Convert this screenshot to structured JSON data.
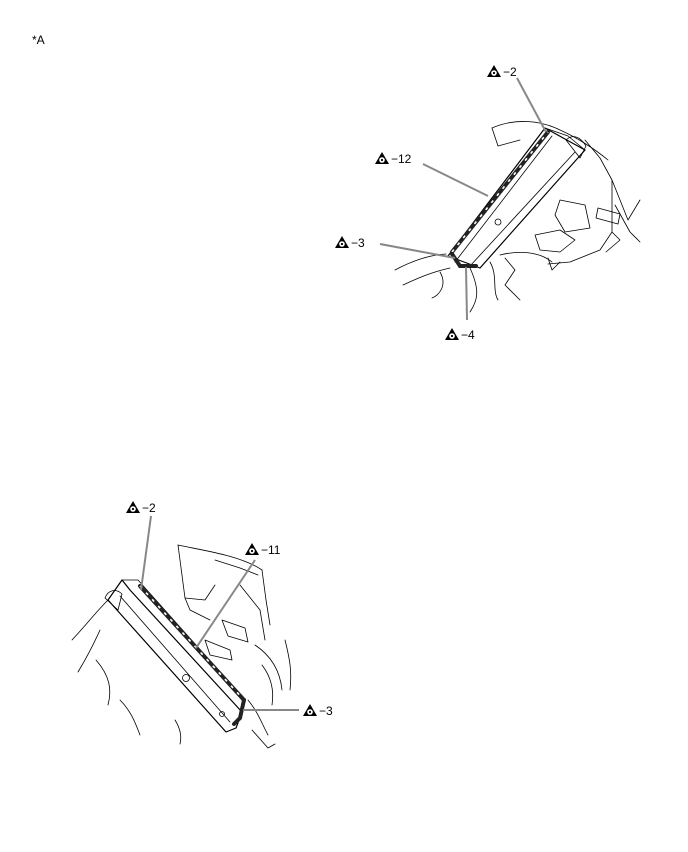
{
  "view_label": "*A",
  "top_view": {
    "callouts": [
      {
        "id": "top-callout-2",
        "icon": "sealant-triangle-icon",
        "text": "−2"
      },
      {
        "id": "top-callout-12",
        "icon": "sealant-triangle-icon",
        "text": "−12"
      },
      {
        "id": "top-callout-3",
        "icon": "sealant-triangle-icon",
        "text": "−3"
      },
      {
        "id": "top-callout-4",
        "icon": "sealant-triangle-icon",
        "text": "−4"
      }
    ]
  },
  "bottom_view": {
    "callouts": [
      {
        "id": "bottom-callout-2",
        "icon": "sealant-triangle-icon",
        "text": "−2"
      },
      {
        "id": "bottom-callout-11",
        "icon": "sealant-triangle-icon",
        "text": "−11"
      },
      {
        "id": "bottom-callout-3",
        "icon": "sealant-triangle-icon",
        "text": "−3"
      }
    ]
  }
}
